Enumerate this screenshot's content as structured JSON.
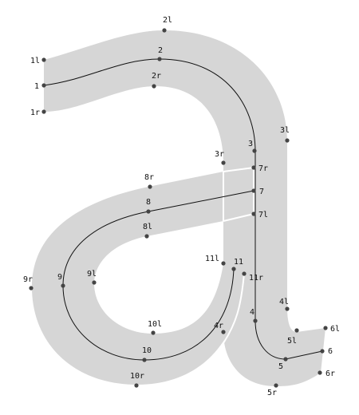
{
  "colors": {
    "outline_fill": "#d6d6d6",
    "spine_stroke": "#111111",
    "seam_stroke": "#ffffff",
    "point_fill": "#444444",
    "label_text": "#111111"
  },
  "points": [
    {
      "id": "1l",
      "label": "1l"
    },
    {
      "id": "1",
      "label": "1"
    },
    {
      "id": "1r",
      "label": "1r"
    },
    {
      "id": "2l",
      "label": "2l"
    },
    {
      "id": "2",
      "label": "2"
    },
    {
      "id": "2r",
      "label": "2r"
    },
    {
      "id": "3l",
      "label": "3l"
    },
    {
      "id": "3",
      "label": "3"
    },
    {
      "id": "3r",
      "label": "3r"
    },
    {
      "id": "7r",
      "label": "7r"
    },
    {
      "id": "7",
      "label": "7"
    },
    {
      "id": "7l",
      "label": "7l"
    },
    {
      "id": "8r",
      "label": "8r"
    },
    {
      "id": "8",
      "label": "8"
    },
    {
      "id": "8l",
      "label": "8l"
    },
    {
      "id": "9r",
      "label": "9r"
    },
    {
      "id": "9",
      "label": "9"
    },
    {
      "id": "9l",
      "label": "9l"
    },
    {
      "id": "10l",
      "label": "10l"
    },
    {
      "id": "10",
      "label": "10"
    },
    {
      "id": "10r",
      "label": "10r"
    },
    {
      "id": "11l",
      "label": "11l"
    },
    {
      "id": "11",
      "label": "11"
    },
    {
      "id": "11r",
      "label": "11r"
    },
    {
      "id": "4l",
      "label": "4l"
    },
    {
      "id": "4",
      "label": "4"
    },
    {
      "id": "4r",
      "label": "4r"
    },
    {
      "id": "5l",
      "label": "5l"
    },
    {
      "id": "5",
      "label": "5"
    },
    {
      "id": "5r",
      "label": "5r"
    },
    {
      "id": "6l",
      "label": "6l"
    },
    {
      "id": "6",
      "label": "6"
    },
    {
      "id": "6r",
      "label": "6r"
    }
  ]
}
